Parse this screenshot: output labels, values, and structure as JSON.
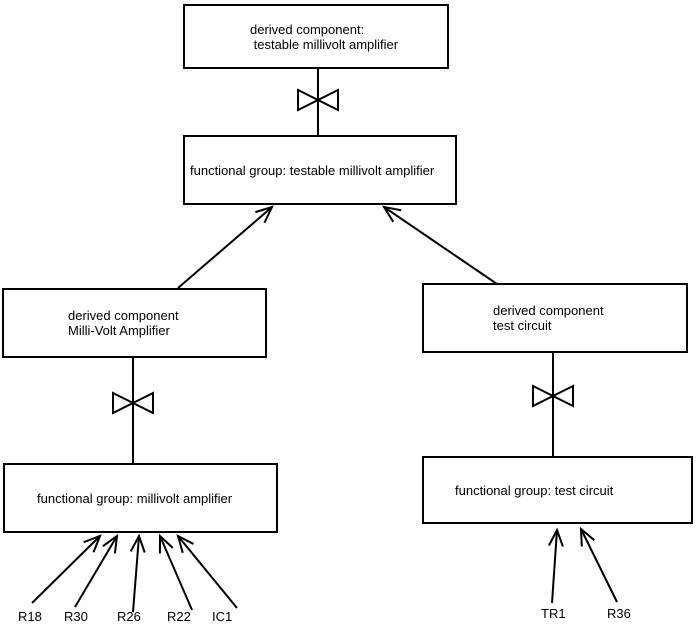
{
  "colors": {
    "ink": "#000000",
    "background": "#ffffff"
  },
  "nodes": {
    "derived_testable": {
      "line1": "derived component:",
      "line2": " testable millivolt amplifier"
    },
    "fg_testable": {
      "line1": "functional group: testable millivolt amplifier"
    },
    "derived_millivolt": {
      "line1": "derived component",
      "line2": "Milli-Volt Amplifier"
    },
    "derived_test": {
      "line1": "derived component",
      "line2": "test circuit"
    },
    "fg_millivolt": {
      "line1": "functional group: millivolt amplifier"
    },
    "fg_test": {
      "line1": "functional group: test circuit"
    }
  },
  "component_labels": {
    "left": [
      "R18",
      "R30",
      "R26",
      "R22",
      "IC1"
    ],
    "right": [
      "TR1",
      "R36"
    ]
  }
}
